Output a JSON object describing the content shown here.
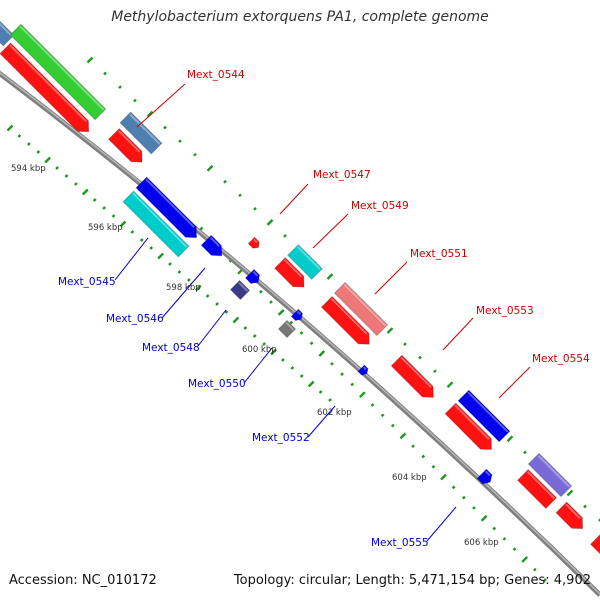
{
  "title": "Methylobacterium extorquens PA1, complete genome",
  "accession": "Accession: NC_010172",
  "summary": "Topology: circular; Length: 5,471,154 bp; Genes: 4,902",
  "ticks": [
    {
      "label": "594 kbp",
      "pos": 594000
    },
    {
      "label": "596 kbp",
      "pos": 596000
    },
    {
      "label": "598 kbp",
      "pos": 598000
    },
    {
      "label": "600 kbp",
      "pos": 600000
    },
    {
      "label": "602 kbp",
      "pos": 602000
    },
    {
      "label": "604 kbp",
      "pos": 604000
    },
    {
      "label": "606 kbp",
      "pos": 606000
    }
  ],
  "colors": {
    "backbone": "#8a8a8a",
    "tick": "#1a9a1a",
    "label_forward": "#cc0000",
    "label_reverse": "#0000cc"
  },
  "labels": [
    {
      "text": "Mext_0544",
      "strand": "forward"
    },
    {
      "text": "Mext_0545",
      "strand": "reverse"
    },
    {
      "text": "Mext_0546",
      "strand": "reverse"
    },
    {
      "text": "Mext_0547",
      "strand": "forward"
    },
    {
      "text": "Mext_0548",
      "strand": "reverse"
    },
    {
      "text": "Mext_0549",
      "strand": "forward"
    },
    {
      "text": "Mext_0550",
      "strand": "reverse"
    },
    {
      "text": "Mext_0551",
      "strand": "forward"
    },
    {
      "text": "Mext_0552",
      "strand": "reverse"
    },
    {
      "text": "Mext_0553",
      "strand": "forward"
    },
    {
      "text": "Mext_0554",
      "strand": "forward"
    },
    {
      "text": "Mext_0555",
      "strand": "reverse"
    }
  ]
}
